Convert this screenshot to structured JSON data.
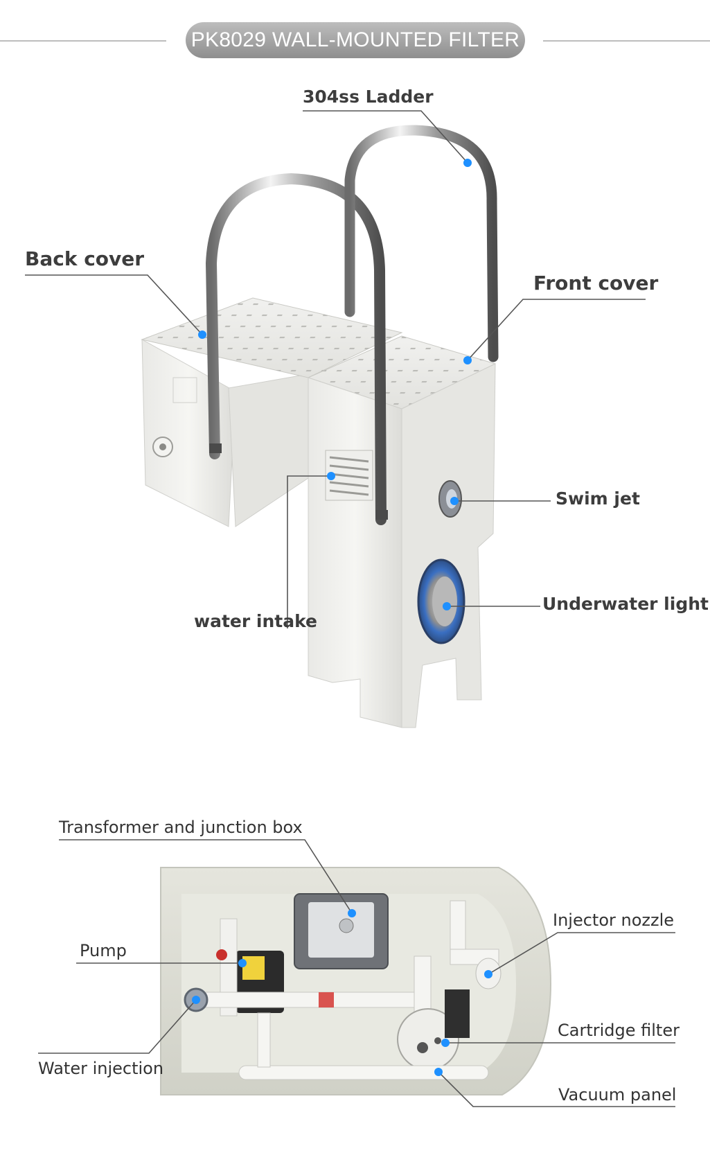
{
  "header": {
    "title": "PK8029 WALL-MOUNTED FILTER"
  },
  "colors": {
    "title_pill": "#9e9e9e",
    "callout_dot": "#1e90ff",
    "label_text": "#3d3d3d",
    "leader_line": "#555555"
  },
  "top_figure": {
    "labels": {
      "ladder": "304ss Ladder",
      "back_cover": "Back cover",
      "front_cover": "Front cover",
      "swim_jet": "Swim jet",
      "water_intake": "water intake",
      "underwater_light": "Underwater light"
    }
  },
  "bottom_figure": {
    "labels": {
      "transformer": "Transformer and junction box",
      "pump": "Pump",
      "injector_nozzle": "Injector nozzle",
      "cartridge_filter": "Cartridge filter",
      "water_injection": "Water injection",
      "vacuum_panel": "Vacuum panel"
    }
  }
}
